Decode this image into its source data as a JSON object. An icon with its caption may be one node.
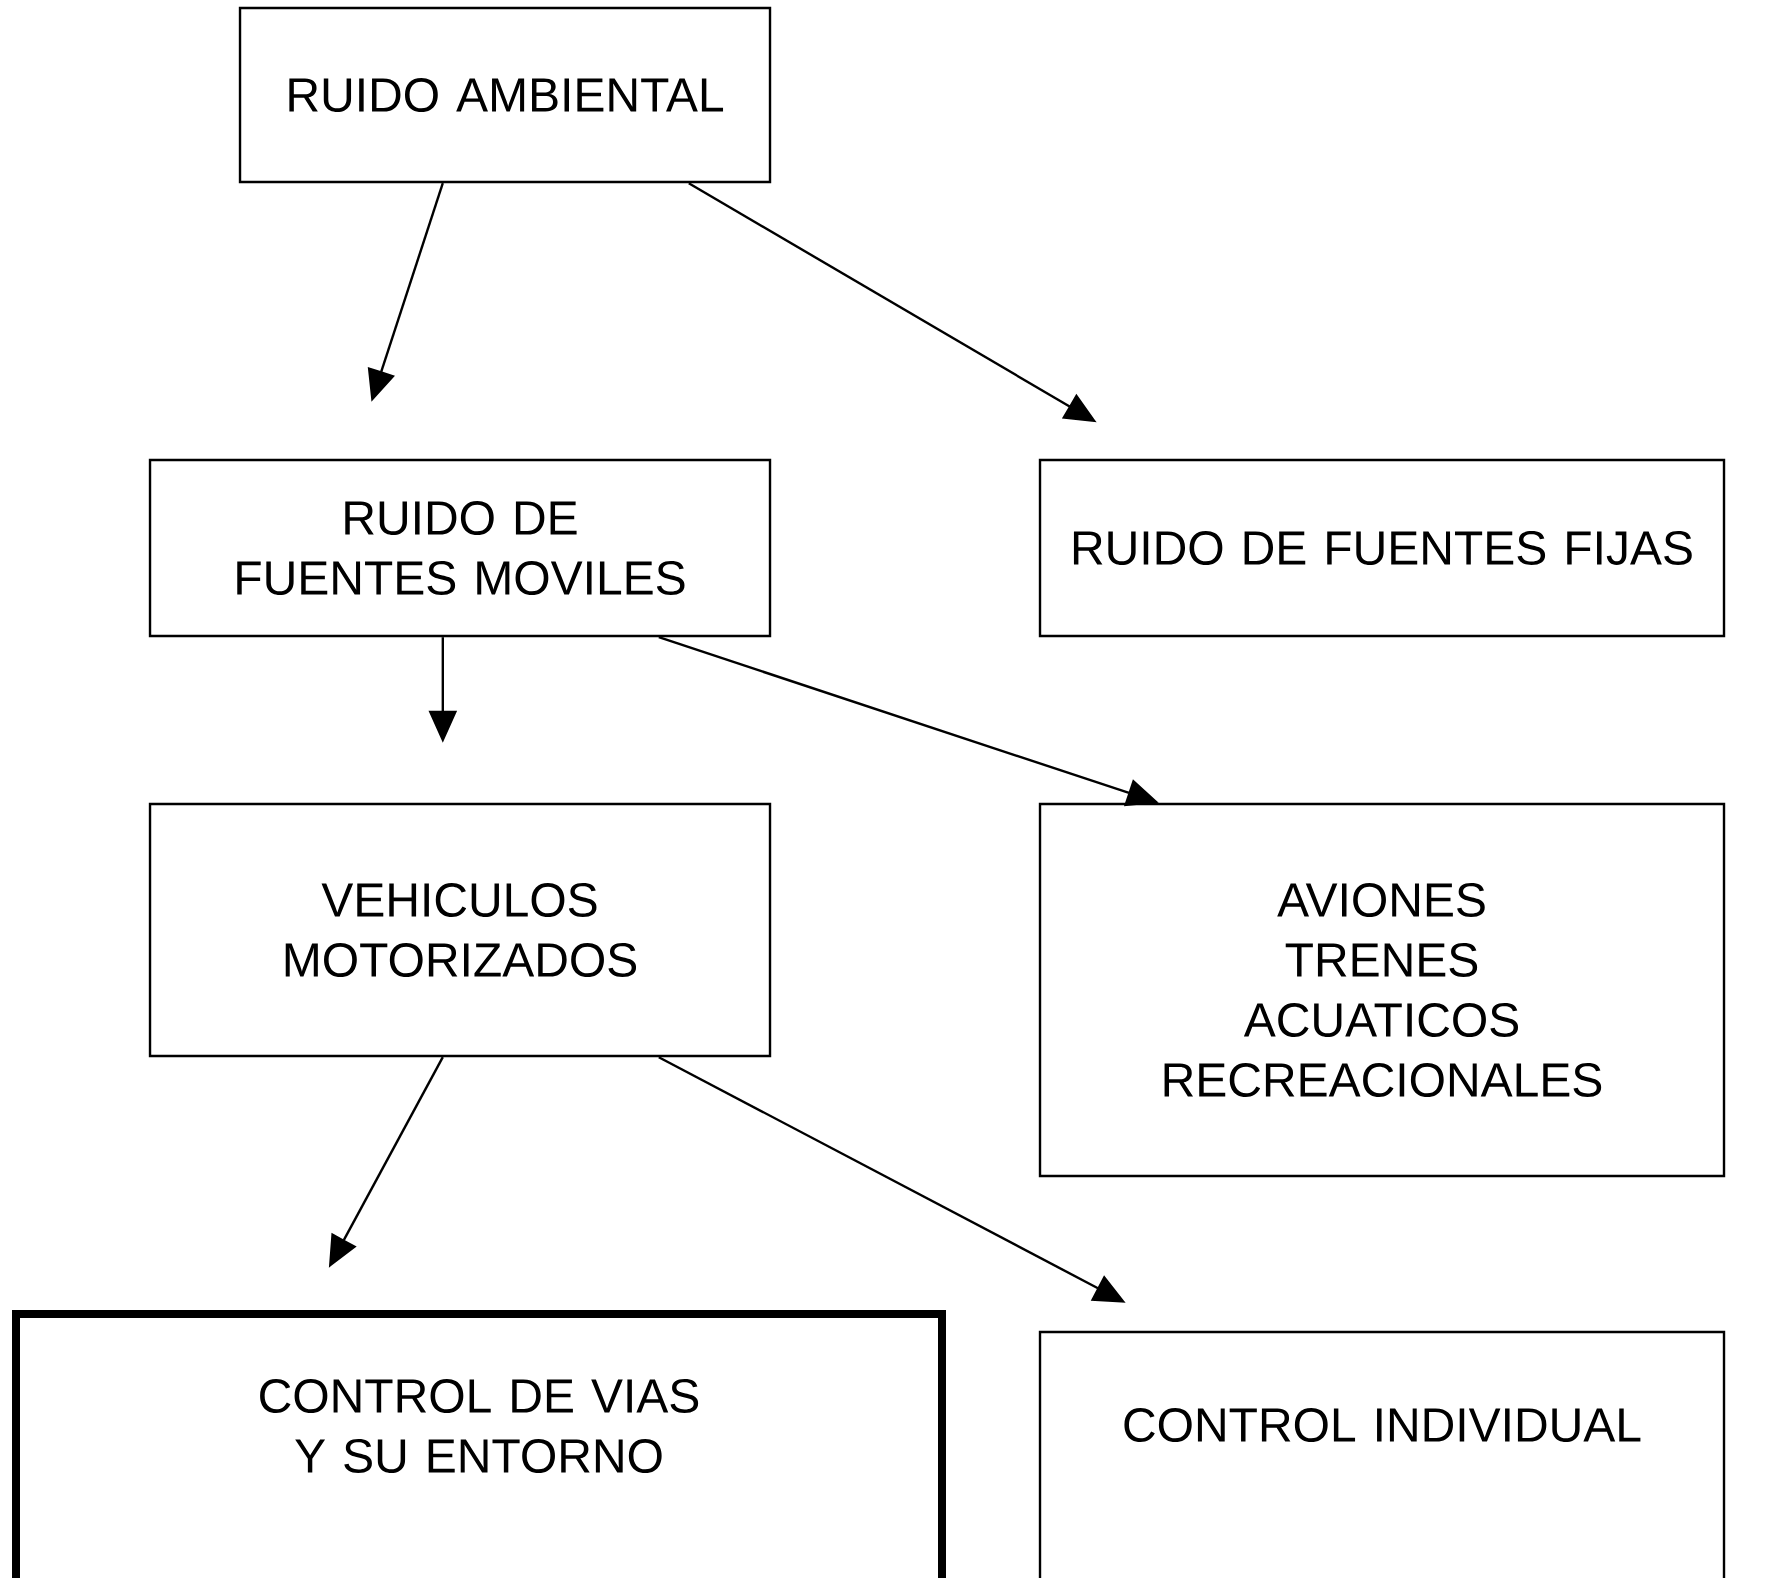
{
  "diagram": {
    "nodes": [
      {
        "text": [
          "RUIDO AMBIENTAL"
        ]
      },
      {
        "text": [
          "RUIDO DE FUENTES MOVILES"
        ]
      },
      {
        "text": [
          "RUIDO DE FUENTES FIJAS"
        ]
      },
      {
        "text": [
          "VEHICULOS MOTORIZADOS"
        ]
      },
      {
        "text": [
          "AVIONES TRENES ACUATICOS RECREACIONALES"
        ]
      },
      {
        "text": [
          "CONTROL DE VIAS Y SU ENTORNO"
        ]
      },
      {
        "text": [
          "CONTROL INDIVIDUAL"
        ]
      }
    ],
    "edges": [
      {
        "from": 0,
        "to": 1,
        "arrow": "to"
      },
      {
        "from": 0,
        "to": 2,
        "arrow": "to"
      },
      {
        "from": 1,
        "to": 3,
        "arrow": "to"
      },
      {
        "from": 1,
        "to": 4,
        "arrow": "to"
      },
      {
        "from": 3,
        "to": 5,
        "arrow": "to"
      },
      {
        "from": 3,
        "to": 6,
        "arrow": "to"
      }
    ]
  }
}
